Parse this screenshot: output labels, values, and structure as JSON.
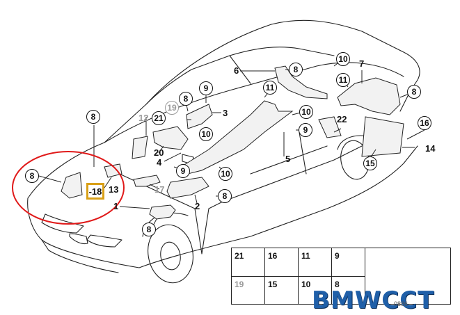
{
  "callouts": {
    "c8a": "8",
    "c8b": "8",
    "c8c": "8",
    "c8d": "8",
    "c8e": "8",
    "c8f": "8",
    "c8g": "8",
    "c9a": "9",
    "c9b": "9",
    "c9c": "9",
    "c10a": "10",
    "c10b": "10",
    "c10c": "10",
    "c10d": "10",
    "c11a": "11",
    "c11b": "11",
    "c12": "12",
    "c15": "15",
    "c16": "16",
    "c19": "19",
    "c21": "21"
  },
  "labels": {
    "l1": "1",
    "l2": "2",
    "l3": "3",
    "l4": "4",
    "l5": "5",
    "l6": "6",
    "l7": "7",
    "l13": "13",
    "l14": "14",
    "l17": "17",
    "l20": "20",
    "l22": "22"
  },
  "highlight_label": "-18",
  "legend": {
    "r1": [
      "21",
      "16",
      "11",
      "9"
    ],
    "r2": [
      "19",
      "15",
      "10",
      "8"
    ]
  },
  "watermark": "BMWCCT",
  "code_fragment": "0886"
}
